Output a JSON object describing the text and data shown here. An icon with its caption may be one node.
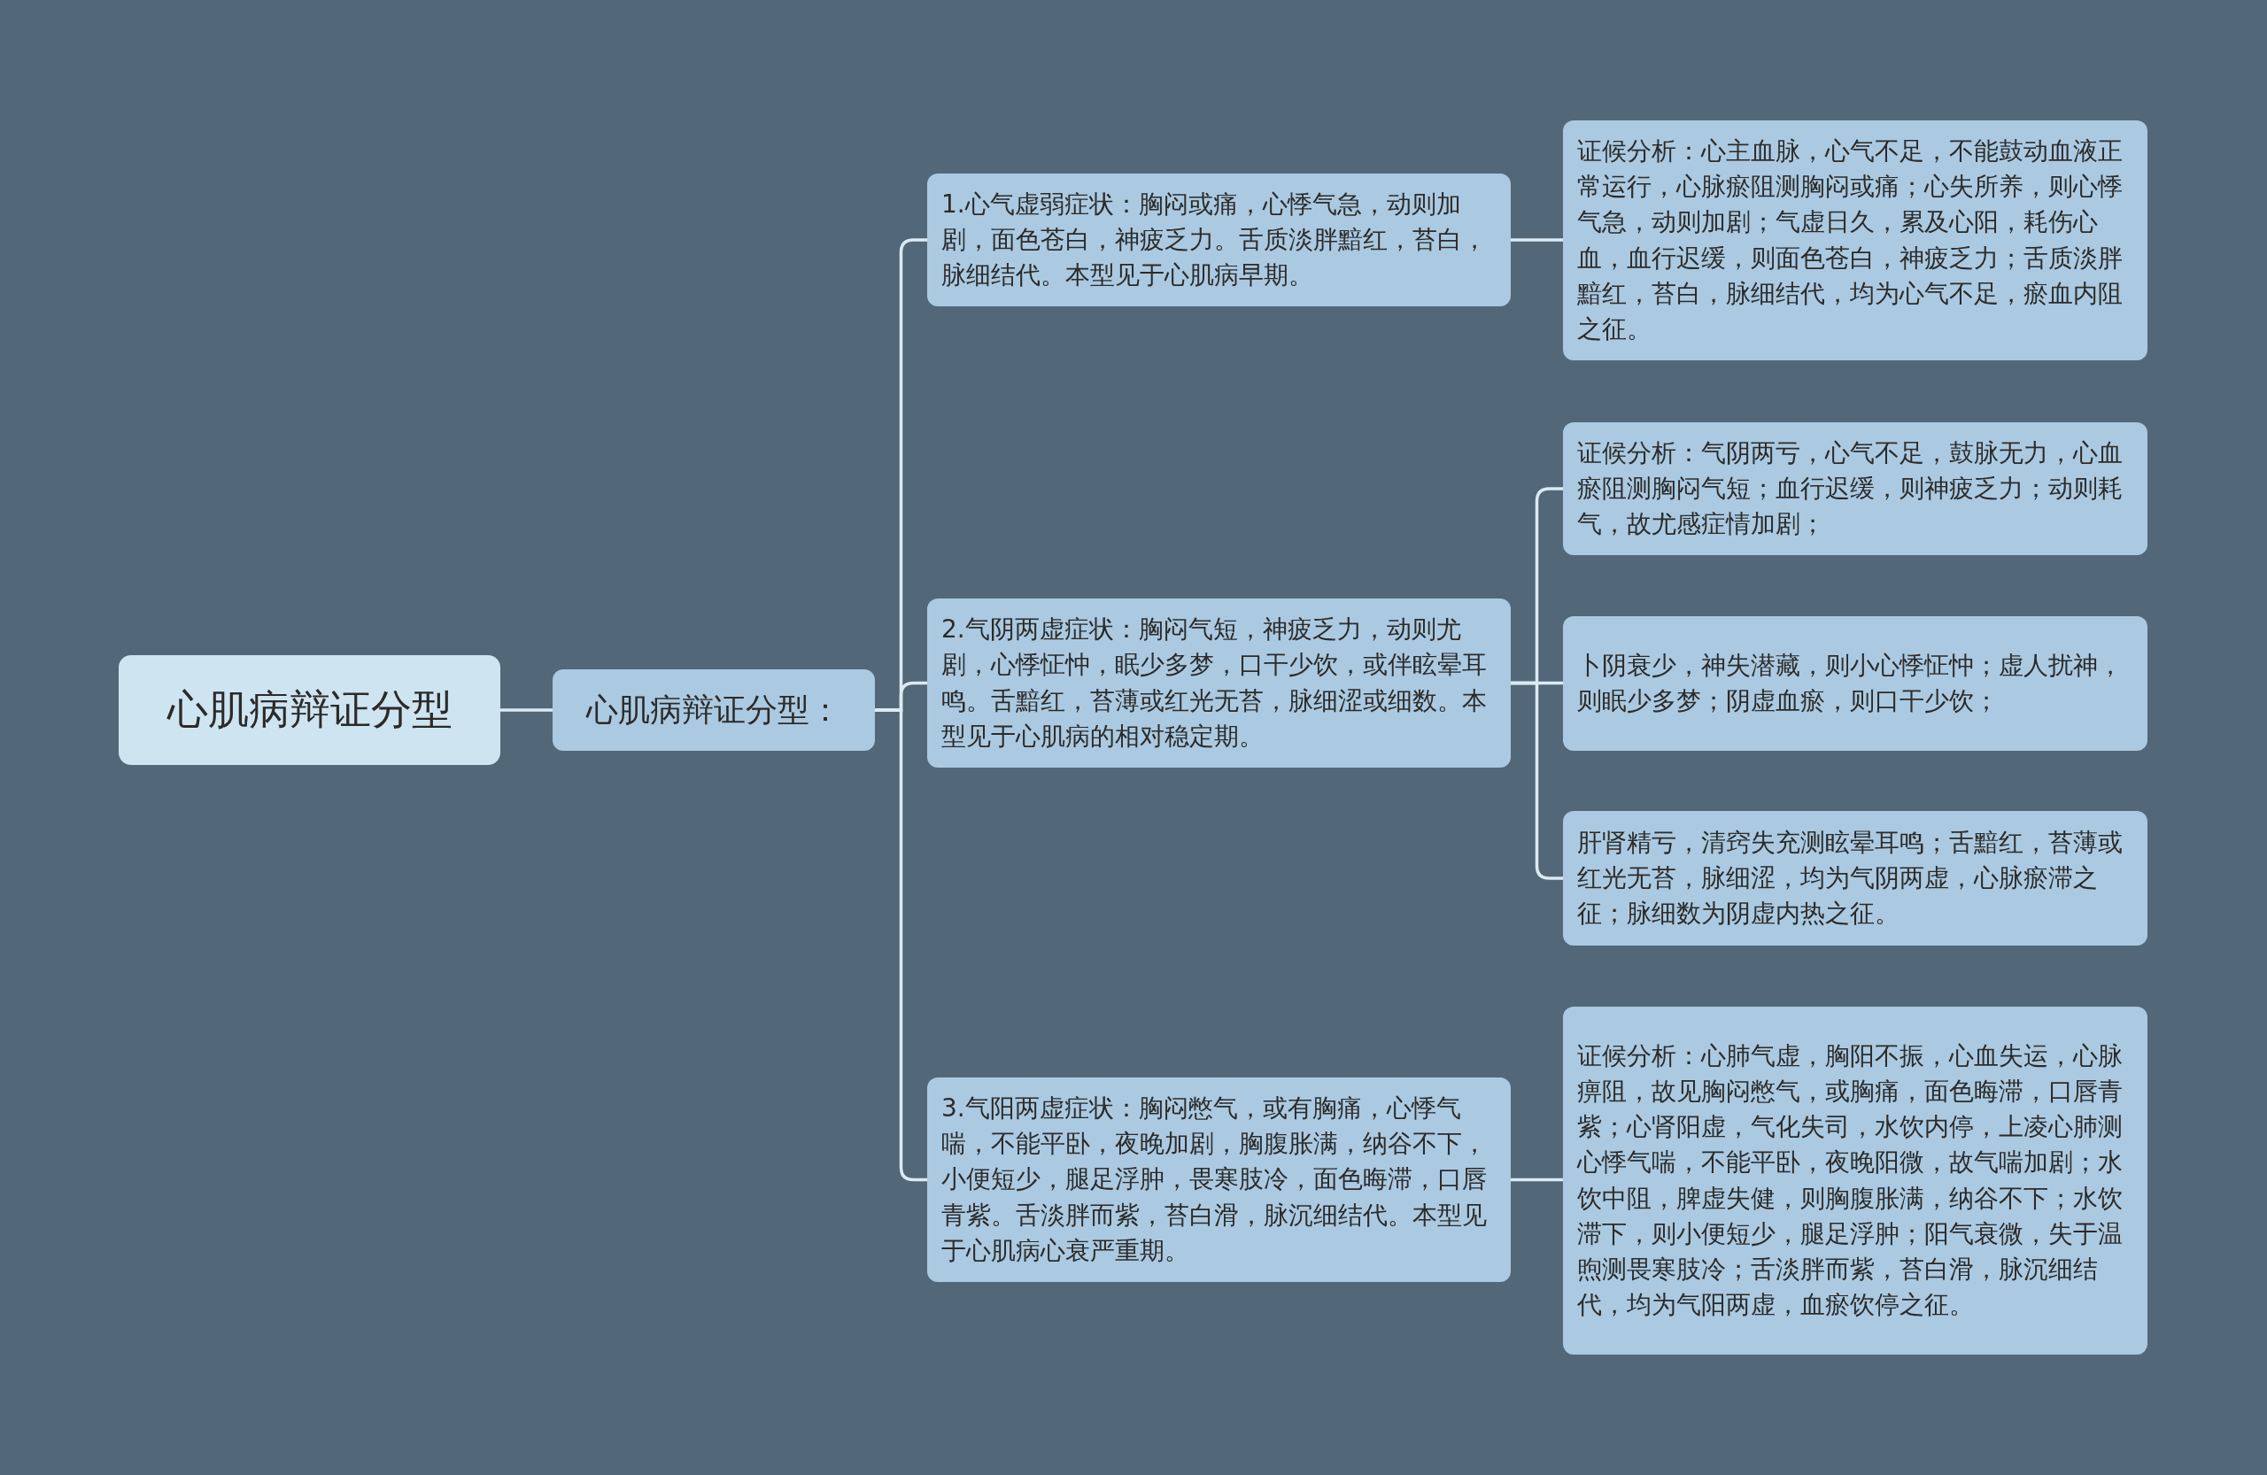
{
  "diagram": {
    "nodes": [
      {
        "text": [
          "心肌病辩证分型"
        ]
      },
      {
        "text": [
          "心肌病辩证分型："
        ]
      },
      {
        "text": [
          "1.心气虚弱症状：胸闷或痛，心悸气急，动则加剧，面色苍白，神疲乏力。舌质淡胖黯红，苔白，脉细结代。本型见于心肌病早期。"
        ]
      },
      {
        "text": [
          "2.气阴两虚症状：胸闷气短，神疲乏力，动则尤剧，心悸怔忡，眠少多梦，口干少饮，或伴眩晕耳鸣。舌黯红，苔薄或红光无苔，脉细涩或细数。本型见于心肌病的相对稳定期。"
        ]
      },
      {
        "text": [
          "3.气阳两虚症状：胸闷憋气，或有胸痛，心悸气喘，不能平卧，夜晚加剧，胸腹胀满，纳谷不下，小便短少，腿足浮肿，畏寒肢冷，面色晦滞，口唇青紫。舌淡胖而紫，苔白滑，脉沉细结代。本型见于心肌病心衰严重期。"
        ]
      },
      {
        "text": [
          "证候分析：心主血脉，心气不足，不能鼓动血液正常运行，心脉瘀阻测胸闷或痛；心失所养，则心悸气急，动则加剧；气虚日久，累及心阳，耗伤心血，血行迟缓，则面色苍白，神疲乏力；舌质淡胖黯红，苔白，脉细结代，均为心气不足，瘀血内阻之征。"
        ]
      },
      {
        "text": [
          "证候分析：气阴两亏，心气不足，鼓脉无力，心血瘀阻测胸闷气短；血行迟缓，则神疲乏力；动则耗气，故尤感症情加剧；"
        ]
      },
      {
        "text": [
          "卜阴衰少，神失潜藏，则小心悸怔忡；虚人扰神，则眠少多梦；阴虚血瘀，则口干少饮；"
        ]
      },
      {
        "text": [
          "肝肾精亏，清窍失充测眩晕耳鸣；舌黯红，苔薄或红光无苔，脉细涩，均为气阴两虚，心脉瘀滞之征；脉细数为阴虚内热之征。"
        ]
      },
      {
        "text": [
          "证候分析：心肺气虚，胸阳不振，心血失运，心脉痹阻，故见胸闷憋气，或胸痛，面色晦滞，口唇青紫；心肾阳虚，气化失司，水饮内停，上凌心肺测心悸气喘，不能平卧，夜晚阳微，故气喘加剧；水饮中阻，脾虚失健，则胸腹胀满，纳谷不下；水饮滞下，则小便短少，腿足浮肿；阳气衰微，失于温煦测畏寒肢冷；舌淡胖而紫，苔白滑，脉沉细结代，均为气阳两虚，血瘀饮停之征。"
        ]
      }
    ],
    "edges": [
      {
        "from": 0,
        "to": 1,
        "arrow": "none"
      },
      {
        "from": 1,
        "to": 2,
        "arrow": "none"
      },
      {
        "from": 1,
        "to": 3,
        "arrow": "none"
      },
      {
        "from": 1,
        "to": 4,
        "arrow": "none"
      },
      {
        "from": 2,
        "to": 5,
        "arrow": "none"
      },
      {
        "from": 3,
        "to": 6,
        "arrow": "none"
      },
      {
        "from": 3,
        "to": 7,
        "arrow": "none"
      },
      {
        "from": 3,
        "to": 8,
        "arrow": "none"
      },
      {
        "from": 4,
        "to": 9,
        "arrow": "none"
      }
    ]
  }
}
